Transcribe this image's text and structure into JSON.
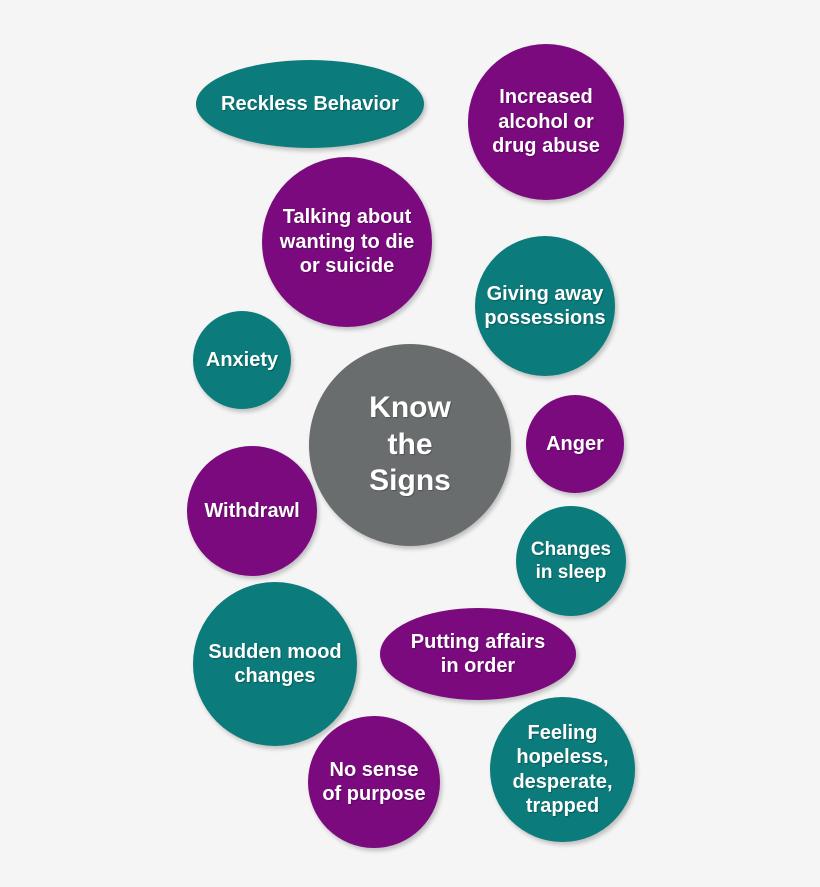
{
  "center": {
    "label": "Know\nthe\nSigns"
  },
  "signs": {
    "reckless": "Reckless Behavior",
    "alcohol": "Increased\nalcohol or\ndrug abuse",
    "talking": "Talking about\nwanting to die\nor suicide",
    "giving": "Giving away\npossessions",
    "anxiety": "Anxiety",
    "anger": "Anger",
    "withdrawl": "Withdrawl",
    "sleep": "Changes\nin sleep",
    "mood": "Sudden mood\nchanges",
    "affairs": "Putting affairs\nin order",
    "purpose": "No sense\nof purpose",
    "hopeless": "Feeling\nhopeless,\ndesperate,\ntrapped"
  },
  "colors": {
    "teal": "#0c7b7b",
    "purple": "#7b0a7e",
    "gray": "#6a6d6e",
    "background": "#f5f5f5",
    "text": "#ffffff"
  }
}
